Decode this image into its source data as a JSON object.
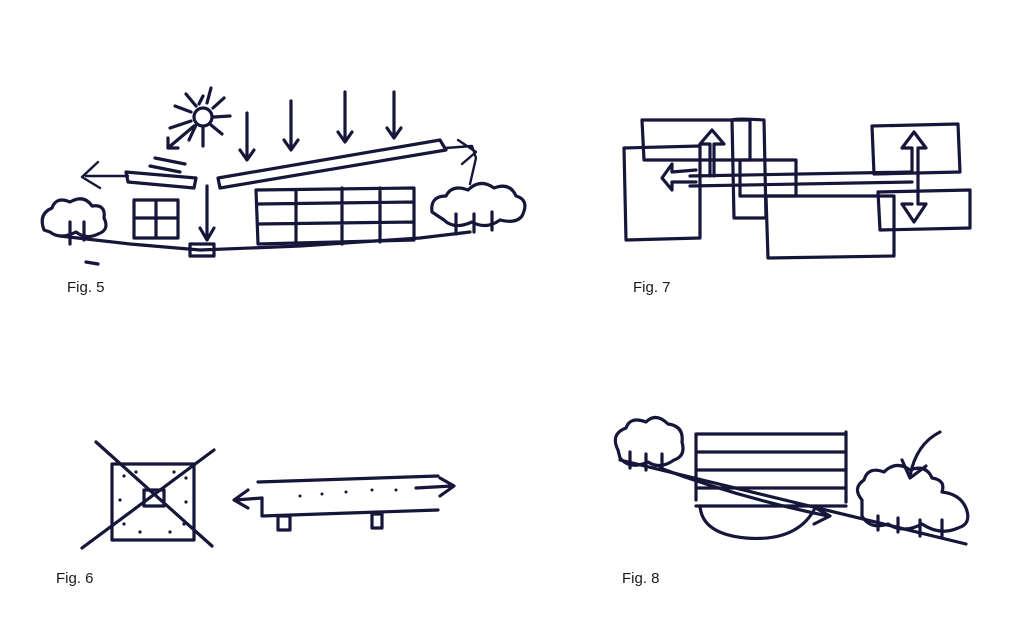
{
  "figures": {
    "fig5": {
      "caption": "Fig. 5",
      "icons": [
        "sun-icon",
        "sunlight-arrow-icon",
        "tree-icon"
      ]
    },
    "fig6": {
      "caption": "Fig. 6",
      "icons": [
        "plan-square-icon",
        "double-arrow-icon"
      ]
    },
    "fig7": {
      "caption": "Fig. 7",
      "icons": [
        "plan-block-icon",
        "circulation-arrow-icon"
      ]
    },
    "fig8": {
      "caption": "Fig. 8",
      "icons": [
        "slope-arrow-icon",
        "tree-icon"
      ]
    }
  },
  "colors": {
    "ink": "#16163a",
    "background": "#ffffff"
  }
}
